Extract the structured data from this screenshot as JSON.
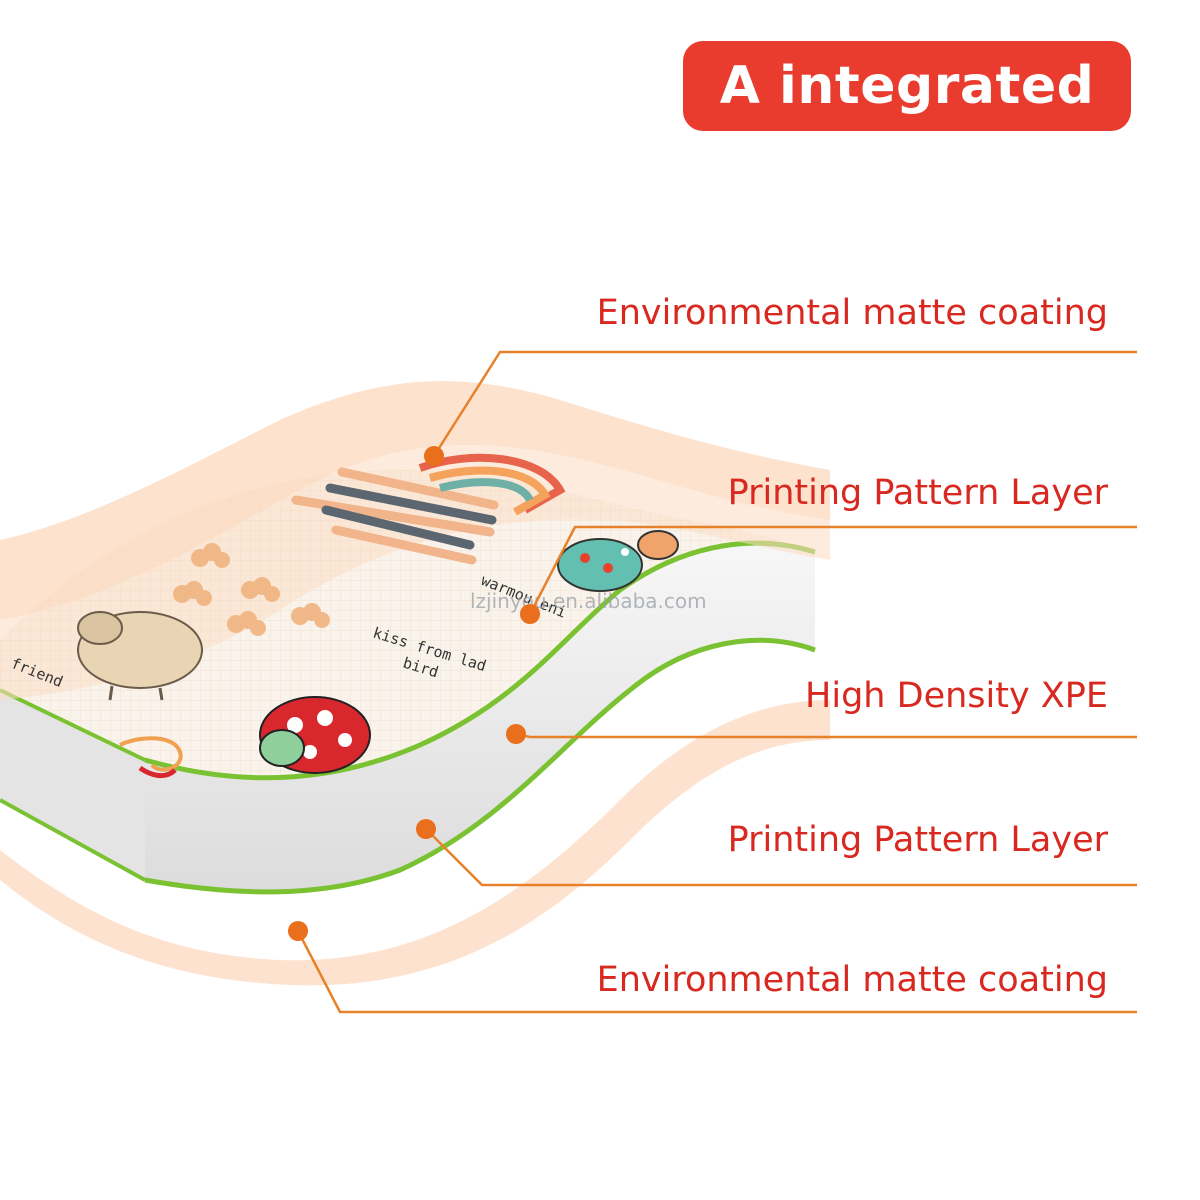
{
  "title": "A integrated",
  "layers": [
    {
      "label": "Environmental matte coating"
    },
    {
      "label": "Printing Pattern Layer"
    },
    {
      "label": "High Density XPE"
    },
    {
      "label": "Printing Pattern Layer"
    },
    {
      "label": "Environmental matte coating"
    }
  ],
  "print_texts": {
    "kiss_line1": "kiss from lad",
    "kiss_line2": "bird",
    "friend": "friend",
    "warm": "warmou  eni"
  },
  "watermark": "lzjinyou.en.alibaba.com",
  "colors": {
    "badge": "#ea3b2f",
    "label_text": "#d8281f",
    "leader_line": "#e8822a",
    "marker_dot": "#ea6f1c",
    "edge_green": "#7ac231",
    "coating": "#fde3cf",
    "foam": "#ececec"
  }
}
